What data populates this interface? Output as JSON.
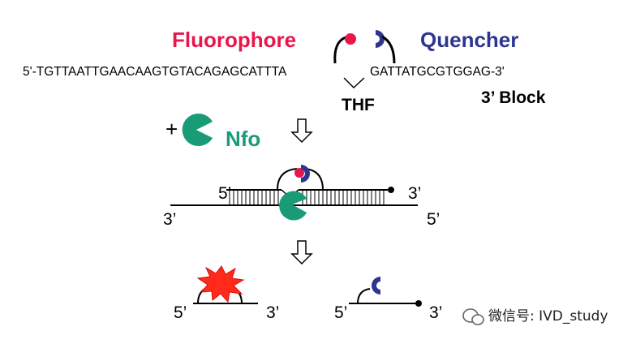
{
  "probe": {
    "fluorophore_label": "Fluorophore",
    "quencher_label": "Quencher",
    "seq_left": "5'-TGTTAATTGAACAAGTGTACAGAGCATTTA",
    "seq_right": "GATTATGCGTGGAG-3'",
    "thf_label": "THF",
    "block_label": "3’ Block"
  },
  "enzyme": {
    "plus": "+",
    "name": "Nfo"
  },
  "duplex": {
    "top_5": "5’",
    "top_3": "3’",
    "bottom_3": "3’",
    "bottom_5": "5’"
  },
  "products": {
    "left_5": "5’",
    "left_3": "3’",
    "right_5": "5’",
    "right_3": "3’"
  },
  "watermark": {
    "text": "微信号: IVD_study"
  },
  "colors": {
    "fluorophore": "#e8174b",
    "quencher": "#2e3591",
    "nfo": "#1a9b78",
    "burst": "#ff2a1a"
  }
}
